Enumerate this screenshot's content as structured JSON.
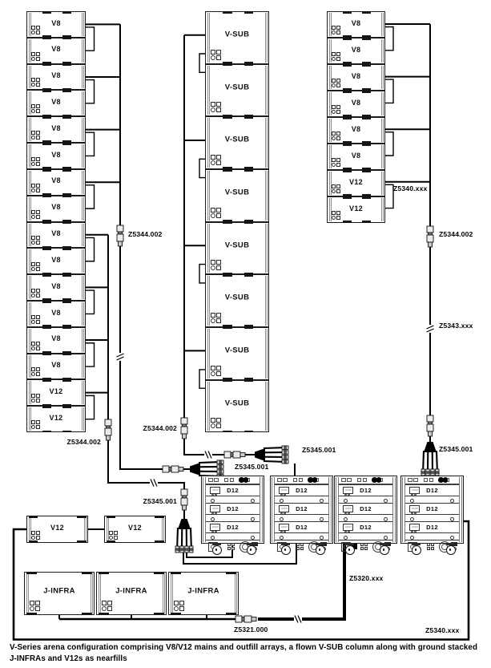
{
  "arrays": {
    "left_main": {
      "boxes": [
        "V8",
        "V8",
        "V8",
        "V8",
        "V8",
        "V8",
        "V8",
        "V8",
        "V8",
        "V8",
        "V8",
        "V8",
        "V8",
        "V8",
        "V12",
        "V12"
      ]
    },
    "vsub_column": {
      "boxes": [
        "V-SUB",
        "V-SUB",
        "V-SUB",
        "V-SUB",
        "V-SUB",
        "V-SUB",
        "V-SUB",
        "V-SUB"
      ]
    },
    "right_outfill": {
      "boxes": [
        "V8",
        "V8",
        "V8",
        "V8",
        "V8",
        "V8",
        "V12",
        "V12"
      ]
    },
    "nearfills": {
      "boxes": [
        "V12",
        "V12"
      ]
    },
    "infra_subs": {
      "boxes": [
        "J-INFRA",
        "J-INFRA",
        "J-INFRA"
      ]
    }
  },
  "racks": {
    "items": [
      {
        "units": [
          "D12",
          "D12",
          "D12"
        ]
      },
      {
        "units": [
          "D12",
          "D12",
          "D12"
        ]
      },
      {
        "units": [
          "D12",
          "D12",
          "D12"
        ]
      },
      {
        "units": [
          "D12",
          "D12",
          "D12"
        ]
      }
    ]
  },
  "cable_labels": {
    "left_trunk": "Z5344.002",
    "left_lower": "Z5344.002",
    "vsub_trunk": "Z5344.002",
    "right_trunk": "Z5344.002",
    "right_extension": "Z5343.xxx",
    "rack1_breakout": "Z5345.001",
    "rack2_breakout": "Z5345.001",
    "lower_breakout": "Z5345.001",
    "rack4_breakout": "Z5345.001",
    "outfill_link": "Z5340.xxx",
    "infra_feed": "Z5320.xxx",
    "infra_link": "Z5321.000",
    "nearfill_run": "Z5340.xxx"
  },
  "caption": {
    "line1": "V-Series arena configuration comprising V8/V12 mains and outfill arrays, a flown V-SUB column along with ground stacked",
    "line2": "J-INFRAs and V12s as nearfills"
  },
  "colors": {
    "line": "#000000",
    "box_fill": "#ffffff",
    "rail": "#8f8f8f",
    "text": "#000000"
  }
}
